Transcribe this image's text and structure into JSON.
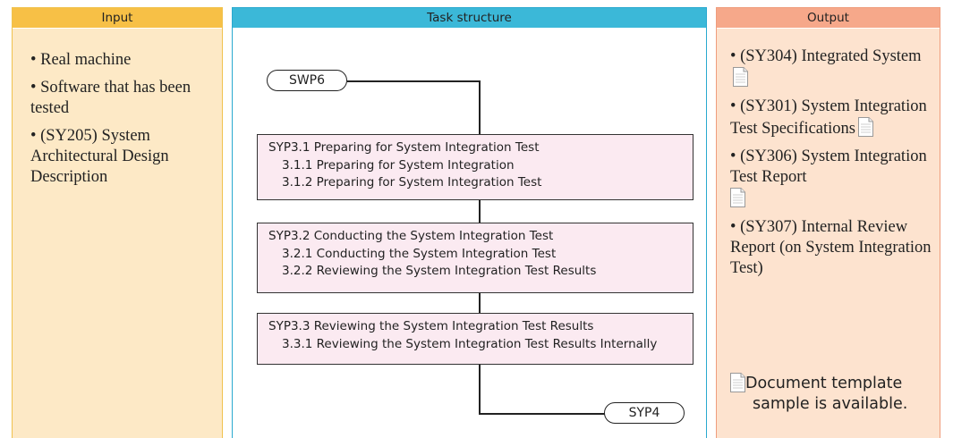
{
  "columns": {
    "input": {
      "header": "Input",
      "items": [
        "• Real machine",
        "• Software that has been tested",
        "• (SY205) System Architectural Design Description"
      ]
    },
    "task": {
      "header": "Task structure",
      "start_node": "SWP6",
      "end_node": "SYP4",
      "groups": [
        {
          "title": "SYP3.1  Preparing for System Integration Test",
          "subs": [
            "3.1.1  Preparing for System Integration",
            "3.1.2  Preparing for System Integration Test"
          ]
        },
        {
          "title": "SYP3.2  Conducting the System Integration Test",
          "subs": [
            "3.2.1  Conducting the System Integration Test",
            "3.2.2  Reviewing the System Integration Test Results"
          ]
        },
        {
          "title": "SYP3.3  Reviewing the System Integration Test Results",
          "subs": [
            "3.3.1  Reviewing the System Integration Test Results Internally"
          ]
        }
      ]
    },
    "output": {
      "header": "Output",
      "items": [
        "• (SY304) Integrated System",
        "• (SY301) System Integration Test Specifications",
        "• (SY306) System Integration Test Report",
        "• (SY307) Internal Review Report (on System Integration Test)"
      ],
      "note_line1": "Document template",
      "note_line2": "sample is available."
    }
  },
  "icons": {
    "document": "document-template-icon"
  },
  "colors": {
    "input_header": "#f7c046",
    "input_body": "#fde9c6",
    "task_header": "#3bb8d8",
    "output_header": "#f6a88a",
    "output_body": "#fde3cf",
    "task_box": "#fbeaf1"
  }
}
